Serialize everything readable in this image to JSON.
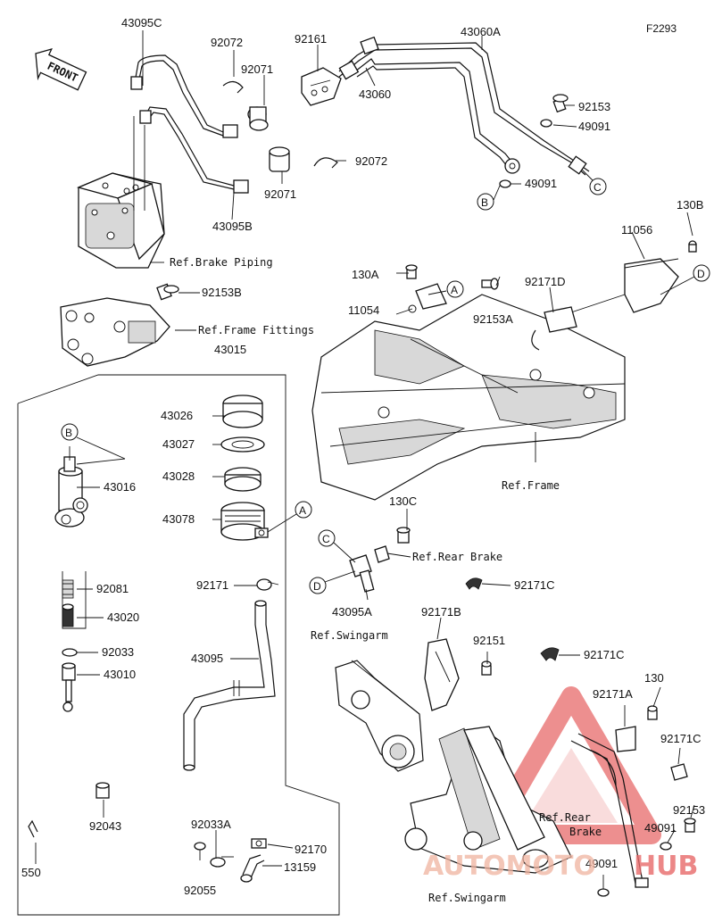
{
  "figure_code": "F2293",
  "front_label": "FRONT",
  "parts": {
    "p43095C": "43095C",
    "p92072a": "92072",
    "p92161": "92161",
    "p43060A": "43060A",
    "p92071a": "92071",
    "p43060": "43060",
    "p92153": "92153",
    "p49091a": "49091",
    "p92072b": "92072",
    "p49091b": "49091",
    "p92071b": "92071",
    "p43095B": "43095B",
    "p130B": "130B",
    "p11056": "11056",
    "p130A": "130A",
    "p92171D": "92171D",
    "p11054": "11054",
    "p92153A": "92153A",
    "p92153B": "92153B",
    "p43015": "43015",
    "p43026": "43026",
    "p43027": "43027",
    "p43028": "43028",
    "p43078": "43078",
    "p92171": "92171",
    "p43095": "43095",
    "p43016": "43016",
    "p92081": "92081",
    "p43020": "43020",
    "p92033": "92033",
    "p43010": "43010",
    "p130C": "130C",
    "p92171C_a": "92171C",
    "p43095A": "43095A",
    "p92171B": "92171B",
    "p92151": "92151",
    "p92171C_b": "92171C",
    "p130": "130",
    "p92171A": "92171A",
    "p92171C_c": "92171C",
    "p92153_b": "92153",
    "p49091_c": "49091",
    "p49091_d": "49091",
    "p92043": "92043",
    "p550": "550",
    "p92033A": "92033A",
    "p92170": "92170",
    "p92055": "92055",
    "p13159": "13159"
  },
  "refs": {
    "brake_piping": "Ref.Brake Piping",
    "frame_fittings": "Ref.Frame Fittings",
    "frame": "Ref.Frame",
    "rear_brake": "Ref.Rear Brake",
    "swingarm_a": "Ref.Swingarm",
    "rear_brake_b1": "Ref.Rear",
    "rear_brake_b2": "Brake",
    "swingarm_b": "Ref.Swingarm"
  },
  "callouts": {
    "A": "A",
    "B": "B",
    "C": "C",
    "D": "D"
  },
  "watermark": {
    "text_left": "AUTOMOTO",
    "text_right": "HUB",
    "color": "#e23b3b"
  }
}
